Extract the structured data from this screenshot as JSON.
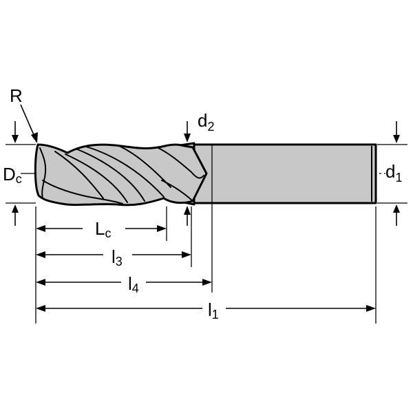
{
  "labels": {
    "corner_radius": "R",
    "cutting_diameter": {
      "main": "D",
      "sub": "c"
    },
    "shank_diameter": {
      "main": "d",
      "sub": "1"
    },
    "neck_diameter": {
      "main": "d",
      "sub": "2"
    },
    "cutting_length": {
      "main": "L",
      "sub": "c"
    },
    "length_3": {
      "main": "l",
      "sub": "3"
    },
    "length_4": {
      "main": "l",
      "sub": "4"
    },
    "overall_length": {
      "main": "l",
      "sub": "1"
    }
  },
  "colors": {
    "body_fill": "#c8c8c8",
    "line": "#000000"
  }
}
